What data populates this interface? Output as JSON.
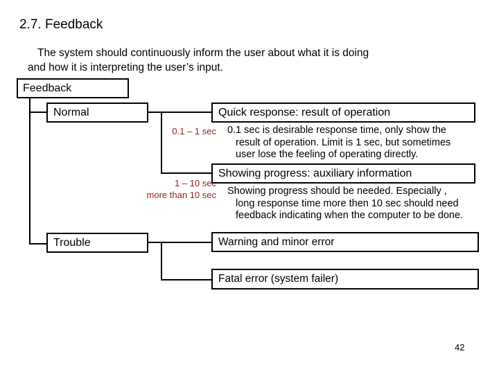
{
  "slide": {
    "title": "2.7. Feedback",
    "intro_line1": "The system should continuously inform the user about what it is doing",
    "intro_line2": "and how it is interpreting the user’s input.",
    "page_number": "42",
    "accent_color": "#8f2121",
    "line_color": "#000000"
  },
  "tree": {
    "root": {
      "label": "Feedback"
    },
    "branches": [
      {
        "label": "Normal"
      },
      {
        "label": "Trouble"
      }
    ],
    "normal_children": [
      {
        "label": "Quick response: result of operation",
        "timing": "0.1 – 1 sec",
        "description_lines": [
          "0.1 sec is desirable response time, only show the",
          "result of operation. Limit is 1 sec, but sometimes",
          "user lose the feeling of operating directly."
        ]
      },
      {
        "label": "Showing progress: auxiliary information",
        "timing_line1": "1 – 10 sec",
        "timing_line2": "more than 10 sec",
        "description_lines": [
          "Showing progress should be needed. Especially ,",
          "long response time more then 10 sec should need",
          "feedback indicating when the computer to be done."
        ]
      }
    ],
    "trouble_children": [
      {
        "label": "Warning and minor error"
      },
      {
        "label": "Fatal error (system failer)"
      }
    ]
  }
}
